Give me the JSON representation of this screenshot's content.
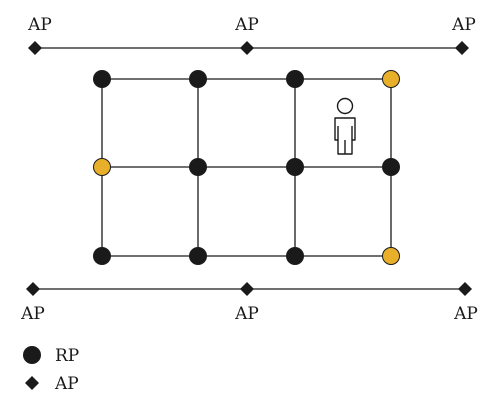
{
  "colors": {
    "line": "#1a1a1a",
    "rp_black": "#1a1a1a",
    "rp_gold": "#e8b02a"
  },
  "icons": {
    "ap_marker": "diamond",
    "rp_marker": "filled-circle",
    "person": "person-outline-icon"
  },
  "ap_top": {
    "labels": [
      "AP",
      "AP",
      "AP"
    ]
  },
  "ap_bottom": {
    "labels": [
      "AP",
      "AP",
      "AP"
    ]
  },
  "grid": {
    "rows": 3,
    "cols": 4,
    "gold_points": [
      [
        0,
        3
      ],
      [
        1,
        0
      ],
      [
        2,
        3
      ]
    ],
    "person_cell": [
      0,
      2
    ]
  },
  "legend": {
    "rp_label": "RP",
    "ap_label": "AP"
  }
}
